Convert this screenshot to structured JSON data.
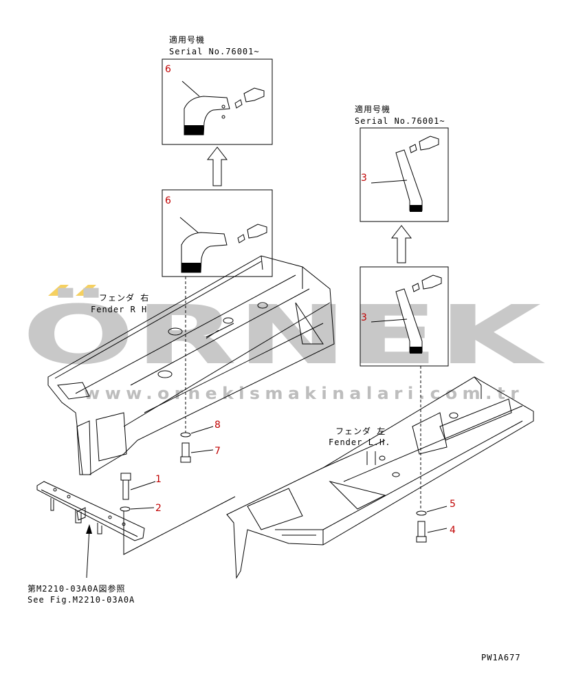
{
  "watermark": {
    "main": "ÖRNEK",
    "url": "www.ornekismakinalari.com.tr",
    "accent_color": "#f5d060",
    "text_color": "#c8c8c8"
  },
  "top_inset": {
    "applicable_jp": "適用号機",
    "serial": "Serial No.76001~",
    "part_number": "6"
  },
  "right_inset": {
    "applicable_jp": "適用号機",
    "serial": "Serial No.76001~",
    "part_number": "3"
  },
  "lower_left_box": {
    "part_number": "6"
  },
  "lower_right_box": {
    "part_number": "3"
  },
  "fender_rh": {
    "jp": "フェンダ 右",
    "en": "Fender R H"
  },
  "fender_lh": {
    "jp": "フェンダ 左",
    "en": "Fender L.H."
  },
  "callouts": {
    "n1": "1",
    "n2": "2",
    "n4": "4",
    "n5": "5",
    "n7": "7",
    "n8": "8"
  },
  "reference": {
    "jp": "第M2210-03A0A図参照",
    "en": "See Fig.M2210-03A0A"
  },
  "drawing_code": "PW1A677",
  "callout_color": "#c00000"
}
